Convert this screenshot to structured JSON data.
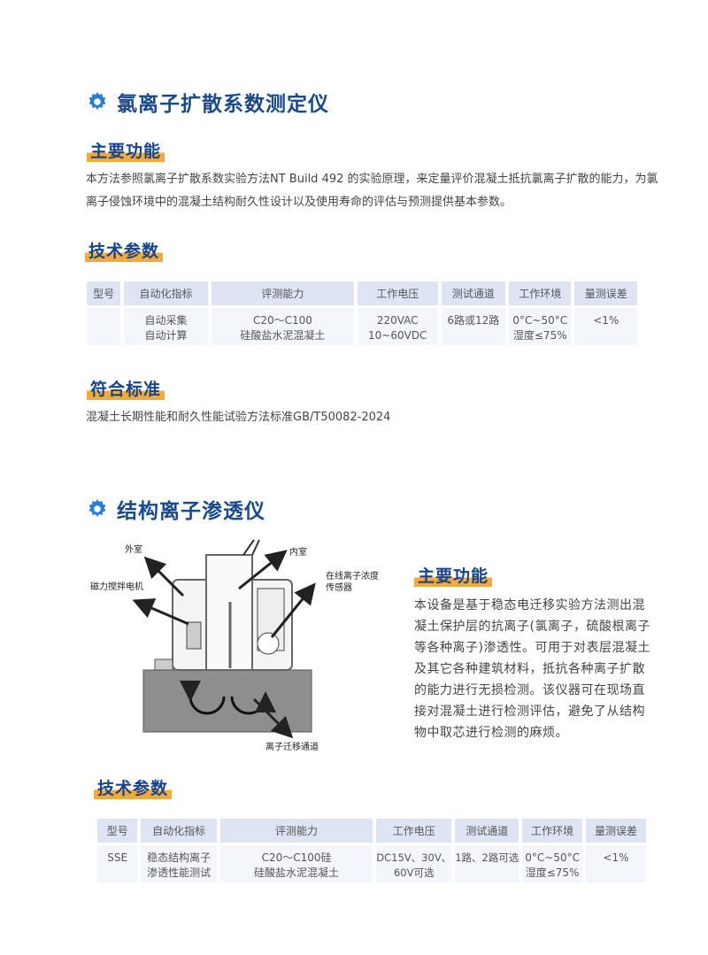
{
  "section1": {
    "title": "氯离子扩散系数测定仪",
    "function_heading": "主要功能",
    "function_text": "本方法参照氯离子扩散系数实验方法NT Build 492 的实验原理，来定量评价混凝土抵抗氯离子扩散的能力，为氯离子侵蚀环境中的混凝土结构耐久性设计以及使用寿命的评估与预测提供基本参数。",
    "params_heading": "技术参数",
    "table": {
      "headers": [
        "型号",
        "自动化指标",
        "评测能力",
        "工作电压",
        "测试通道",
        "工作环境",
        "量测误差"
      ],
      "row": {
        "model": "",
        "automation": [
          "自动采集",
          "自动计算"
        ],
        "capability": [
          "C20～C100",
          "硅酸盐水泥混凝土"
        ],
        "voltage": [
          "220VAC",
          "10~60VDC"
        ],
        "channels": "6路或12路",
        "environment": [
          "0°C~50°C",
          "湿度≤75%"
        ],
        "error": "<1%"
      }
    },
    "standard_heading": "符合标准",
    "standard_text": "混凝土长期性能和耐久性能试验方法标准GB/T50082-2024"
  },
  "section2": {
    "title": "结构离子渗透仪",
    "diagram_labels": {
      "outer": "外室",
      "inner": "内室",
      "motor": "磁力搅拌电机",
      "sensor": [
        "在线离子浓度",
        "传感器"
      ],
      "channel": "离子迁移通道"
    },
    "function_heading": "主要功能",
    "function_text": "本设备是基于稳态电迁移实验方法测出混凝土保护层的抗离子(氯离子，硫酸根离子等各种离子)渗透性。可用于对表层混凝土及其它各种建筑材料，抵抗各种离子扩散的能力进行无损检测。该仪器可在现场直接对混凝土进行检测评估，避免了从结构物中取芯进行检测的麻烦。",
    "params_heading": "技术参数",
    "table": {
      "headers": [
        "型号",
        "自动化指标",
        "评测能力",
        "工作电压",
        "测试通道",
        "工作环境",
        "量测误差"
      ],
      "row": {
        "model": "SSE",
        "automation": [
          "稳态结构离子",
          "渗透性能测试"
        ],
        "capability": [
          "C20～C100硅",
          "硅酸盐水泥混凝土"
        ],
        "voltage": [
          "DC15V、30V、",
          "60V可选"
        ],
        "channels": "1路、2路可选",
        "environment": [
          "0°C~50°C",
          "湿度≤75%"
        ],
        "error": "<1%"
      }
    }
  },
  "colors": {
    "title": "#1b4a8a",
    "gear": "#2a7fd4",
    "highlight": "#f2ab3a",
    "table_header": "#dde5f4"
  }
}
